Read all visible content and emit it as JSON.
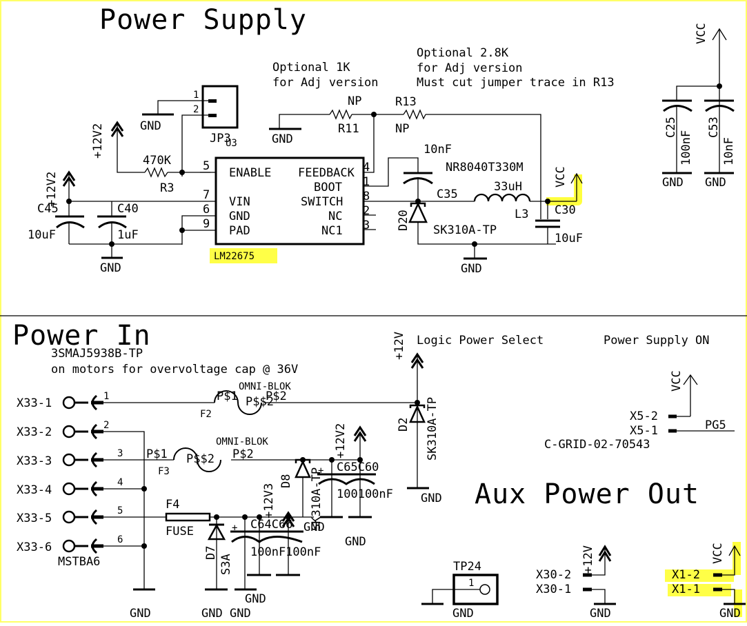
{
  "frame_border_color": "#ffff66",
  "highlight_color": "#ffff33",
  "sections": {
    "power_supply": {
      "title": "Power Supply",
      "note_1k": [
        "Optional 1K",
        "for Adj version"
      ],
      "note_2_8k": [
        "Optional 2.8K",
        "for Adj version",
        "Must cut jumper trace in R13"
      ],
      "jp3": {
        "name": "JP3",
        "pin1": "1",
        "pin2": "2"
      },
      "u3": {
        "name": "U3",
        "value": "LM22675",
        "pins_left": [
          {
            "num": "5",
            "label": "ENABLE"
          },
          {
            "num": "7",
            "label": "VIN"
          },
          {
            "num": "6",
            "label": "GND"
          },
          {
            "num": "9",
            "label": "PAD"
          }
        ],
        "pins_right": [
          {
            "num": "4",
            "label": "FEEDBACK"
          },
          {
            "num": "1",
            "label": "BOOT"
          },
          {
            "num": "8",
            "label": "SWITCH"
          },
          {
            "num": "2",
            "label": "NC"
          },
          {
            "num": "3",
            "label": "NC1"
          }
        ]
      },
      "r3": {
        "name": "R3",
        "value": "470K"
      },
      "r11": {
        "name": "R11",
        "value": "NP"
      },
      "r13": {
        "name": "R13",
        "value": "NP"
      },
      "c45": {
        "name": "C45",
        "value": "10uF"
      },
      "c40": {
        "name": "C40",
        "value": "1uF"
      },
      "c35": {
        "name": "C35",
        "value": "10nF"
      },
      "c30": {
        "name": "C30",
        "value": "10uF"
      },
      "c25": {
        "name": "C25",
        "value": "100nF"
      },
      "c53": {
        "name": "C53",
        "value": "10nF"
      },
      "l3": {
        "name": "L3",
        "value": "33uH",
        "part": "NR8040T330M"
      },
      "d20": {
        "name": "D20",
        "value": "SK310A-TP"
      },
      "nets": {
        "v12v2": "+12V2",
        "vcc": "VCC",
        "gnd": "GND"
      }
    },
    "power_in": {
      "title": "Power In",
      "note": [
        "3SMAJ5938B-TP",
        "on motors for overvoltage cap @ 36V"
      ],
      "connector": {
        "part": "MSTBA6",
        "pins": [
          {
            "label": "X33-1",
            "num": "1"
          },
          {
            "label": "X33-2",
            "num": "2"
          },
          {
            "label": "X33-3",
            "num": "3"
          },
          {
            "label": "X33-4",
            "num": "4"
          },
          {
            "label": "X33-5",
            "num": "5"
          },
          {
            "label": "X33-6",
            "num": "6"
          }
        ]
      },
      "f2": {
        "name": "F2",
        "part": "OMNI-BLOK",
        "p1": "P$1",
        "p2": "P$2",
        "overlap": "P$$2"
      },
      "f3": {
        "name": "F3",
        "part": "OMNI-BLOK",
        "p1": "P$1",
        "p2": "P$2",
        "overlap": "P$$2"
      },
      "f4": {
        "name": "F4",
        "part": "FUSE"
      },
      "d7": {
        "name": "D7",
        "value": "S3A"
      },
      "d8": {
        "name": "D8",
        "value": "SK310A-TP"
      },
      "d2": {
        "name": "D2",
        "value": "SK310A-TP"
      },
      "c64_c66": {
        "names": "C64C66",
        "values": "100nF100nF",
        "net": "+12V3"
      },
      "c65_c60": {
        "names": "C65C60",
        "values": "100100nF"
      },
      "nets": {
        "v12": "+12V",
        "v12v2": "+12V2",
        "v12v3": "+12V3",
        "gnd": "GND"
      }
    },
    "logic_power": {
      "title": "Logic Power Select",
      "subtitle": "Power Supply ON",
      "connector": {
        "part": "C-GRID-02-70543",
        "pin2": "X5-2",
        "pin1": "X5-1"
      },
      "net_pg5": "PG5",
      "net_vcc": "VCC"
    },
    "aux_power": {
      "title": "Aux Power Out",
      "tp24": {
        "name": "TP24",
        "pin": "1"
      },
      "x30": {
        "pin2": "X30-2",
        "pin1": "X30-1",
        "net": "+12V"
      },
      "x1": {
        "pin2": "X1-2",
        "pin1": "X1-1",
        "net": "VCC"
      },
      "gnd": "GND"
    }
  }
}
